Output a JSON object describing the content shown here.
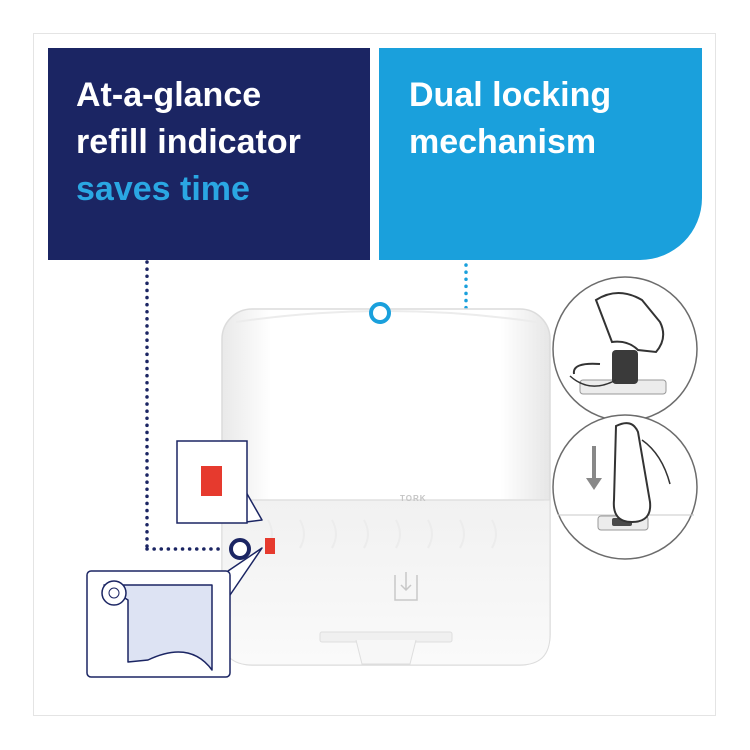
{
  "features": {
    "refill_indicator": {
      "line1": "At-a-glance",
      "line2": "refill indicator",
      "line3": "saves time"
    },
    "locking": {
      "line1": "Dual locking",
      "line2": "mechanism"
    }
  },
  "dispenser": {
    "brand": "TORK"
  },
  "colors": {
    "navy": "#1b2563",
    "cyan": "#1aa0dc",
    "indicator_red": "#e63a2e"
  }
}
